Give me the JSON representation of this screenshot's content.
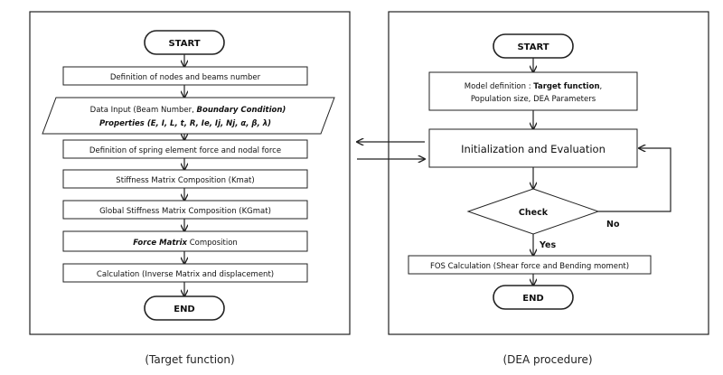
{
  "target_function": {
    "caption": "(Target function)",
    "start": "START",
    "step1": "Definition of nodes and beams number",
    "step2": {
      "line1_prefix": "Data Input (Beam Number, ",
      "line1_bold": "Boundary Condition)",
      "line2": "Properties  (E, I, L, t, R, Ie, Ij, Nj, α, β, λ)"
    },
    "step3": "Definition of spring element force and nodal force",
    "step4": "Stiffness Matrix Composition (Kmat)",
    "step5": "Global Stiffness Matrix Composition (KGmat)",
    "step6": {
      "bold": "Force Matrix",
      "rest": " Composition"
    },
    "step7": "Calculation (Inverse Matrix and displacement)",
    "end": "END"
  },
  "dea_procedure": {
    "caption": "(DEA procedure)",
    "start": "START",
    "model_def": {
      "line1_prefix": "Model definition : ",
      "line1_bold": "Target function",
      "line1_suffix": ",",
      "line2": "Population size, DEA Parameters"
    },
    "init_eval": "Initialization and Evaluation",
    "check": "Check",
    "no_label": "No",
    "yes_label": "Yes",
    "fos": "FOS Calculation (Shear force and Bending moment)",
    "end": "END"
  }
}
